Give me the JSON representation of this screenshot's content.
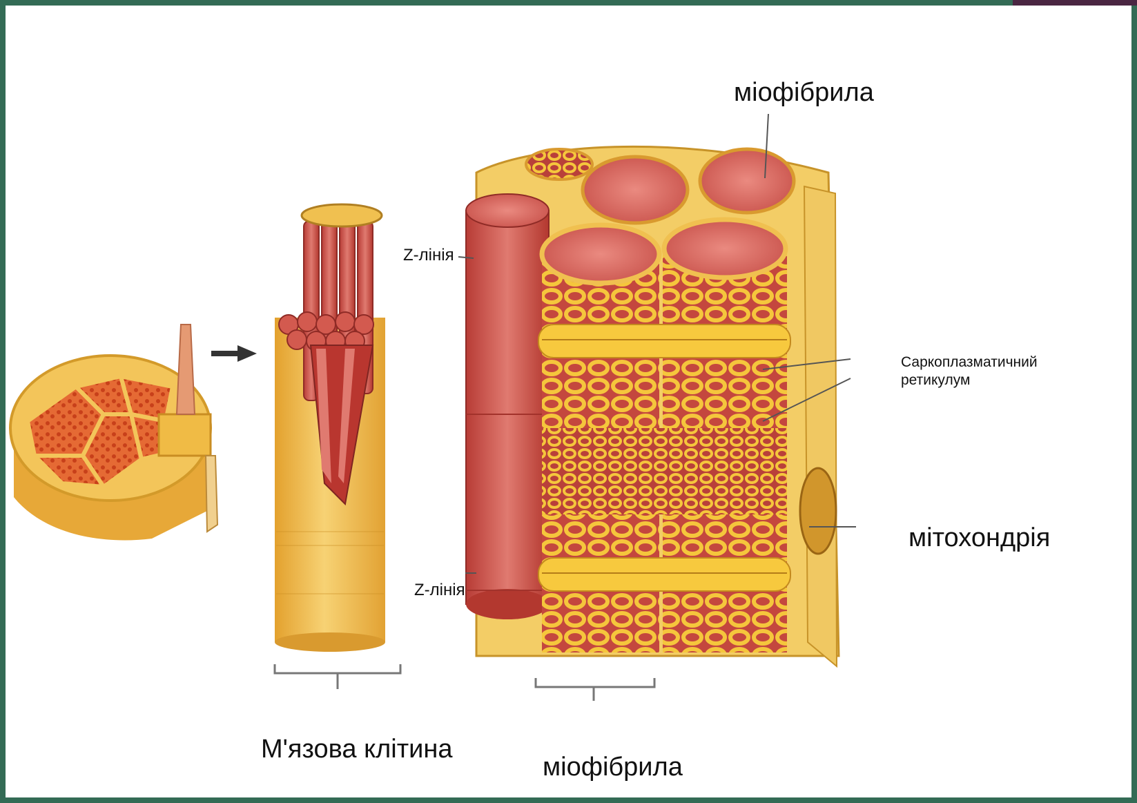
{
  "labels": {
    "myofibril_top": "міофібрила",
    "z_line_top": "Z-лінія",
    "z_line_bottom": "Z-лінія",
    "sr_line1": "Саркоплазматичний",
    "sr_line2": "ретикулум",
    "mitochondrion": "мітохондрія",
    "muscle_cell": "М'язова клітина",
    "myofibril_bottom": "міофібрила"
  },
  "colors": {
    "frame": "#336b55",
    "accent": "#4a2642",
    "sheath": "#f2c04a",
    "fibril": "#c94c43",
    "fibril_top": "#e0706a",
    "reticulum": "#f5c63c"
  }
}
